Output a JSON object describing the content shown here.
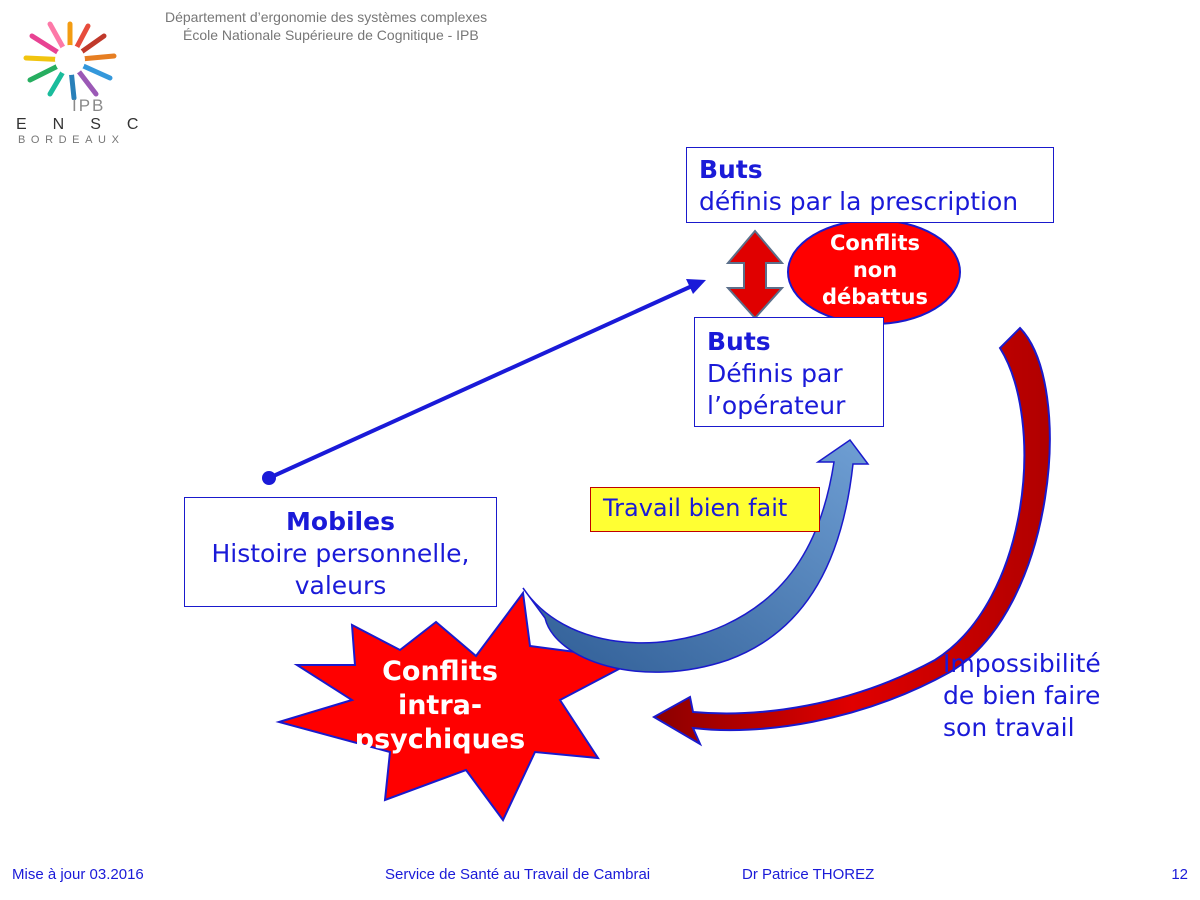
{
  "header": {
    "department": "Département d’ergonomie des systèmes complexes",
    "school": "École Nationale Supérieure de Cognitique - IPB"
  },
  "logo": {
    "ipb": "IPB",
    "ensc": "ENSC",
    "bordeaux": "BORDEAUX"
  },
  "diagram": {
    "goals_prescribed": {
      "title": "Buts",
      "text": "définis par la prescription"
    },
    "goals_operator": {
      "title": "Buts",
      "line1": "Définis par",
      "line2": "l’opérateur"
    },
    "motives": {
      "title": "Mobiles",
      "line1": "Histoire personnelle,",
      "line2": "valeurs"
    },
    "conflict_undebated": {
      "line1": "Conflits",
      "line2": "non",
      "line3": "débattus"
    },
    "conflict_intrapsychic": {
      "line1": "Conflits",
      "line2": "intra-",
      "line3": "psychiques"
    },
    "work_well": "Travail bien fait",
    "impossibility": {
      "line1": "Impossibilité",
      "line2": "de bien faire",
      "line3": "son travail"
    }
  },
  "footer": {
    "updated": "Mise à jour 03.2016",
    "service": "Service de Santé au Travail de Cambrai",
    "author": "Dr Patrice THOREZ",
    "page": "12"
  },
  "colors": {
    "text_blue": "#1a1ad8",
    "conflict_red": "#ff0000",
    "highlight_yellow": "#ffff33",
    "curve_blue": "#4f7fb8"
  }
}
